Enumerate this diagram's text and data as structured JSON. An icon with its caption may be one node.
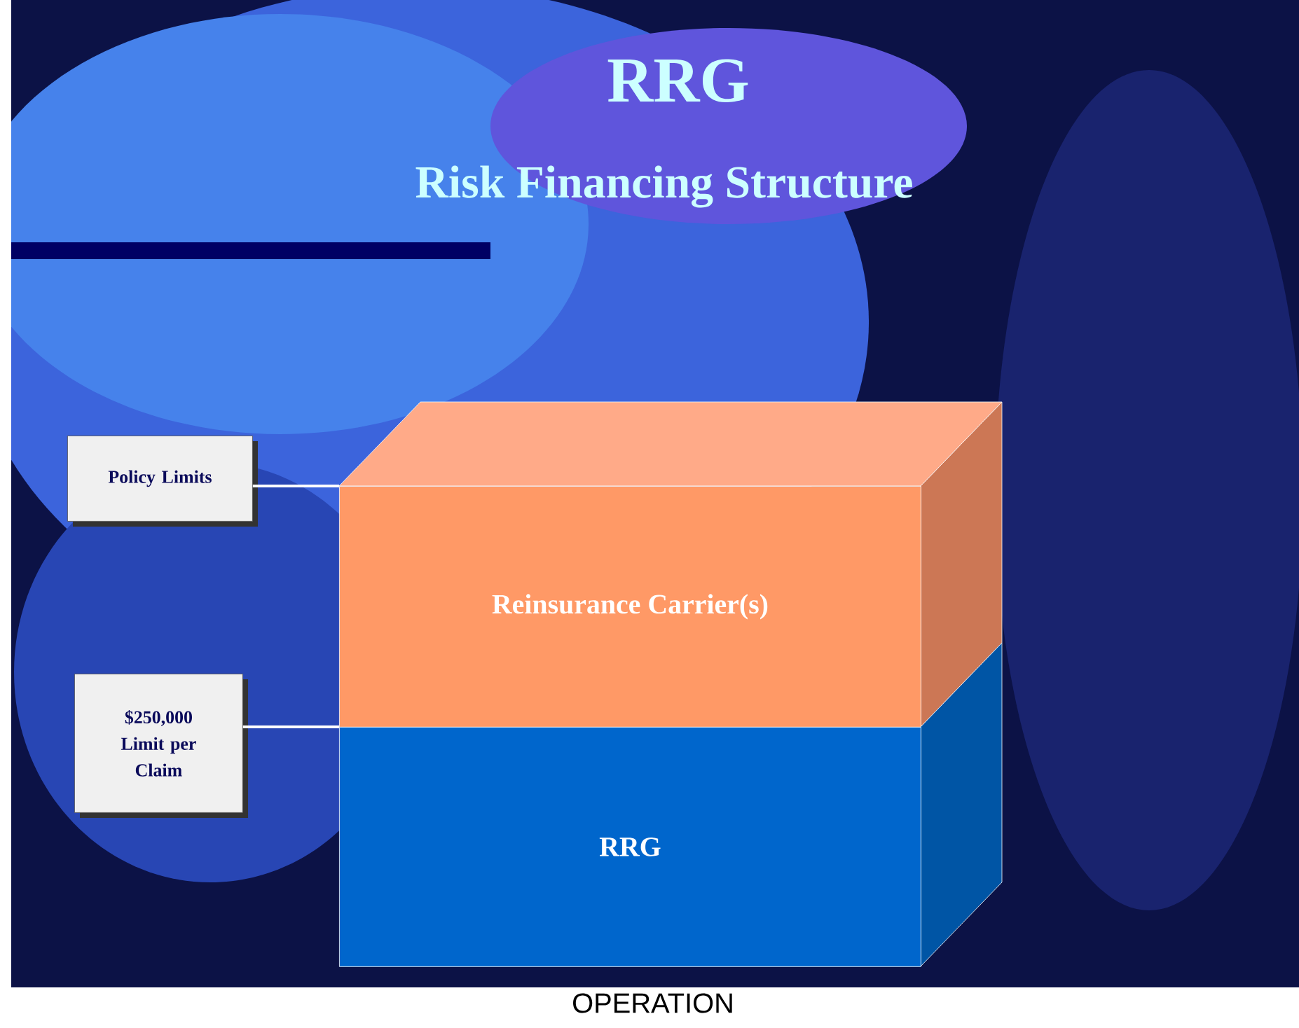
{
  "diagram": {
    "title": "RRG",
    "caption": "OPERATION",
    "nodes": [
      {
        "text": [
          "Policy Limits"
        ]
      },
      {
        "text": [
          "$250,000 Limit per Claim"
        ]
      },
      {
        "text": [
          "Reinsurance Carrier(s)"
        ]
      },
      {
        "text": [
          "RRG"
        ]
      }
    ],
    "edges": [
      {
        "from": 0,
        "to": 2,
        "arrow": "none"
      },
      {
        "from": 1,
        "to": 3,
        "arrow": "none"
      }
    ],
    "labels": [
      "Risk Financing Structure"
    ]
  }
}
